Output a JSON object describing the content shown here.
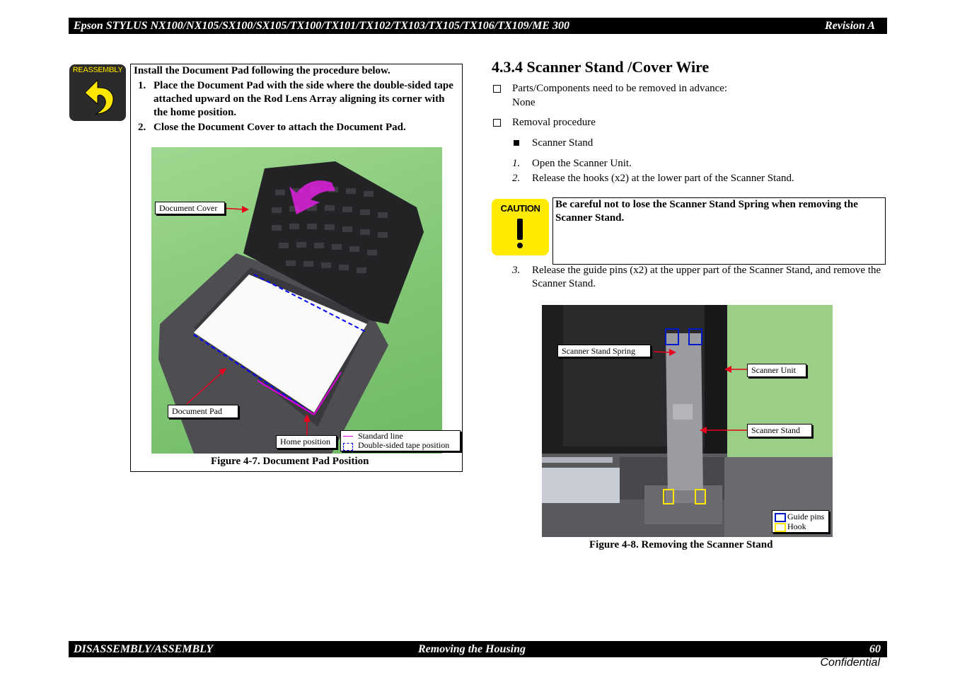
{
  "header": {
    "left": "Epson STYLUS NX100/NX105/SX100/SX105/TX100/TX101/TX102/TX103/TX105/TX106/TX109/ME 300",
    "right": "Revision A"
  },
  "footer": {
    "left": "DISASSEMBLY/ASSEMBLY",
    "center": "Removing the Housing",
    "page": "60",
    "confidential": "Confidential"
  },
  "reassembly": {
    "icon_label": "REASSEMBLY",
    "title": "Install the Document Pad following the procedure below.",
    "steps": [
      {
        "num": "1.",
        "text": "Place the Document Pad with the side where the double-sided tape attached upward on the Rod Lens Array aligning its corner with the home position."
      },
      {
        "num": "2.",
        "text": "Close the Document Cover to attach the Document Pad."
      }
    ],
    "callouts": {
      "cover": "Document Cover",
      "pad": "Document Pad",
      "home": "Home position",
      "standard_line": "Standard line",
      "tape": "Double-sided tape position"
    },
    "figure_caption": "Figure 4-7.  Document Pad Position"
  },
  "section": {
    "title": "4.3.4  Scanner Stand /Cover Wire",
    "parts_label": "Parts/Components need to be removed in advance:",
    "parts_value": "None",
    "procedure_label": "Removal procedure",
    "sub_item": "Scanner Stand",
    "steps": [
      {
        "num": "1.",
        "text": "Open the Scanner Unit."
      },
      {
        "num": "2.",
        "text": "Release the hooks (x2) at the lower part of the Scanner Stand."
      }
    ],
    "caution": {
      "icon_label": "CAUTION",
      "text": "Be careful not to lose the Scanner Stand Spring when removing the Scanner Stand."
    },
    "step3": {
      "num": "3.",
      "text": "Release the guide pins (x2) at the upper part of the Scanner Stand, and remove the Scanner Stand."
    },
    "callouts": {
      "spring": "Scanner Stand Spring",
      "unit": "Scanner Unit",
      "stand": "Scanner Stand",
      "guide_pins": "Guide pins",
      "hook": "Hook"
    },
    "figure_caption": "Figure 4-8.  Removing the Scanner Stand"
  },
  "colors": {
    "arrow": "#e8001c",
    "guide_pin_box": "#0018c8",
    "hook_box": "#ffe600",
    "standard_line": "#e000e0",
    "tape_line": "#0000ff"
  }
}
